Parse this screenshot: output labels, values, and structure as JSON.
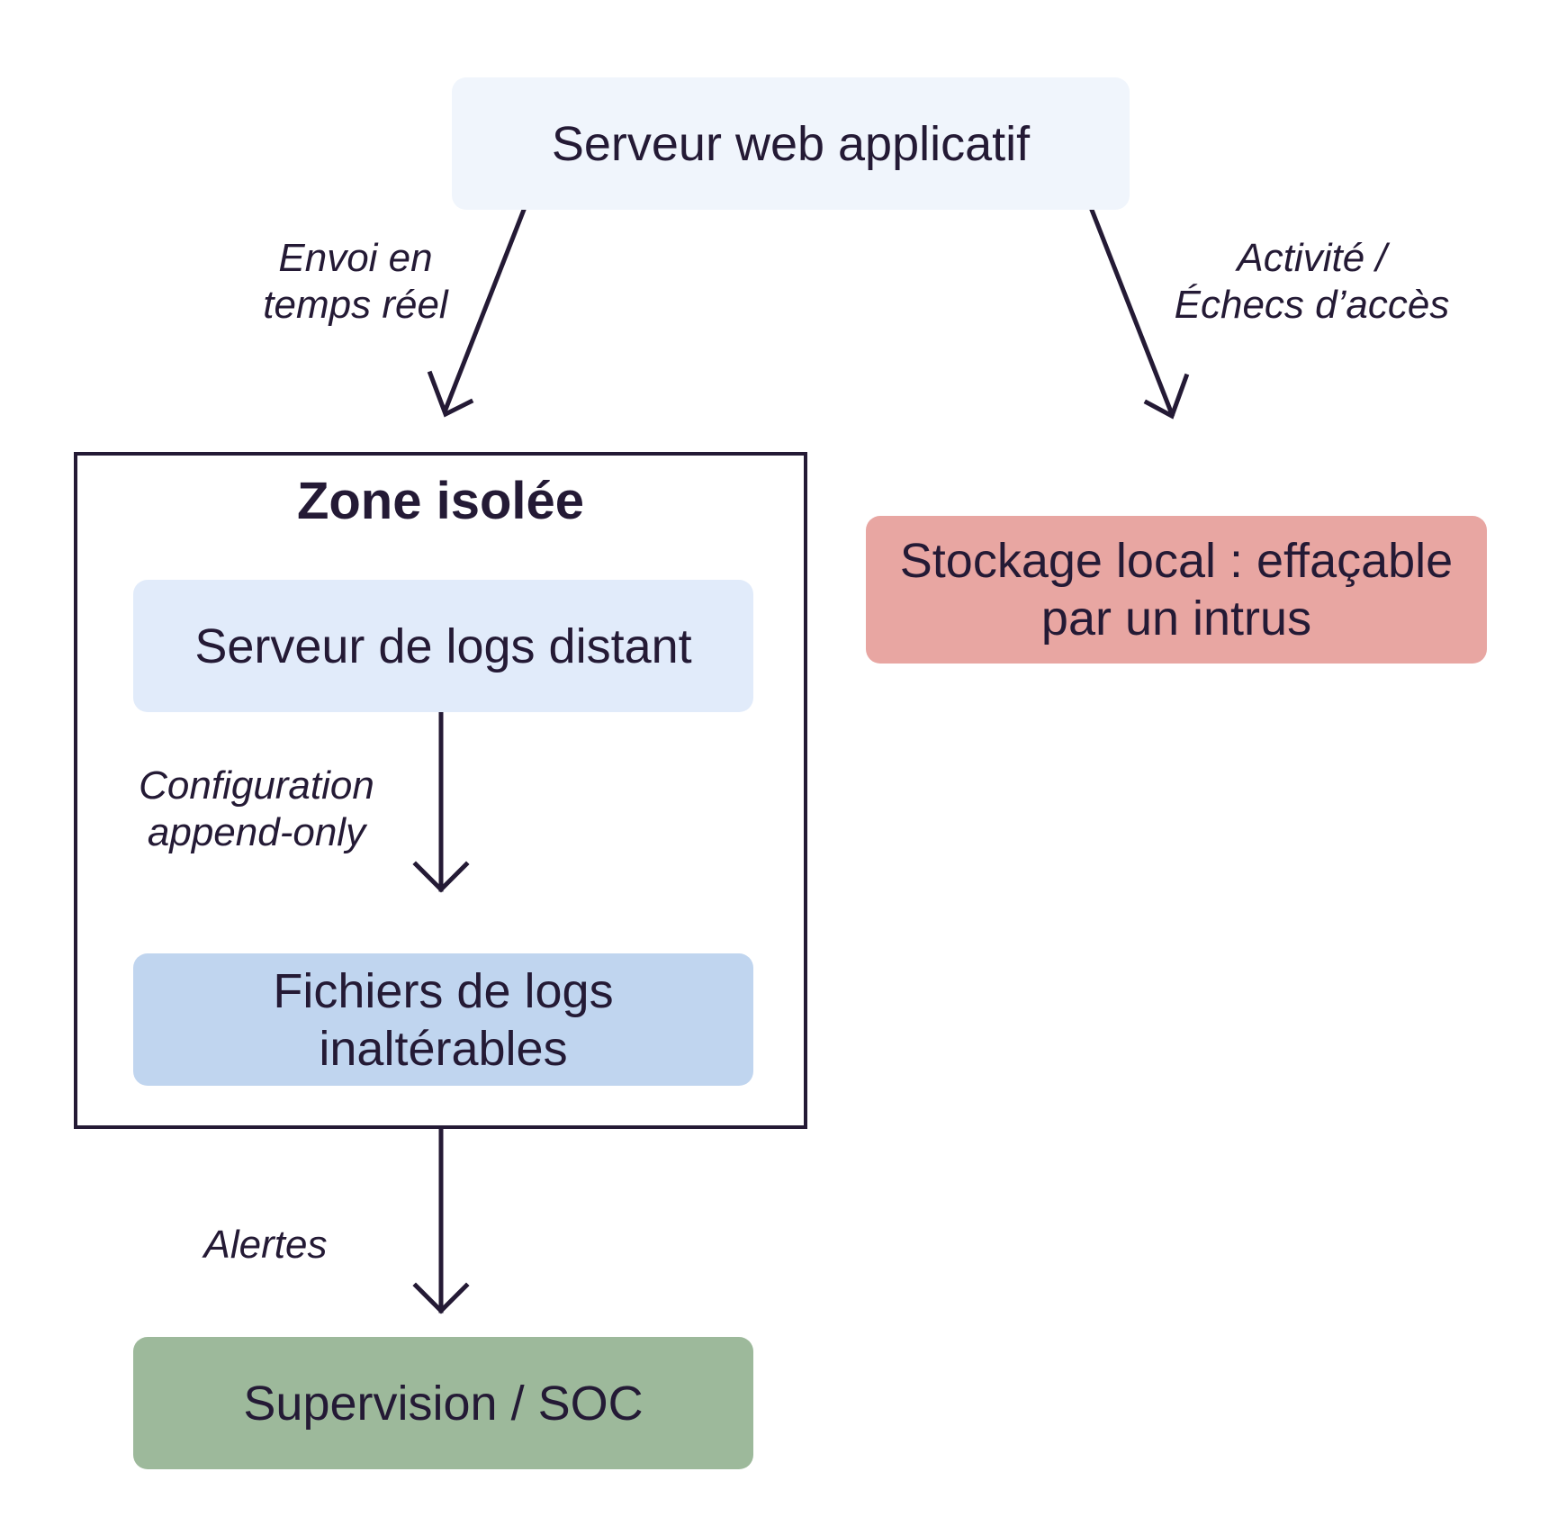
{
  "diagram": {
    "nodes": {
      "web_server": {
        "label": "Serveur web applicatif",
        "color": "#f0f5fc"
      },
      "local_storage": {
        "label": "Stockage local : effaçable\npar un intrus",
        "color": "#e8a6a2"
      },
      "log_server": {
        "label": "Serveur de logs distant",
        "color": "#e1ebfa"
      },
      "log_files": {
        "label": "Fichiers de logs\ninaltérables",
        "color": "#c0d5ef"
      },
      "soc": {
        "label": "Supervision / SOC",
        "color": "#9db99b"
      }
    },
    "zone": {
      "title": "Zone isolée"
    },
    "edges": {
      "realtime": {
        "label": "Envoi en\ntemps réel"
      },
      "activity": {
        "label": "Activité /\nÉchecs d’accès"
      },
      "append_only": {
        "label": "Configuration\nappend-only"
      },
      "alerts": {
        "label": "Alertes"
      }
    },
    "line_color": "#241a35"
  }
}
